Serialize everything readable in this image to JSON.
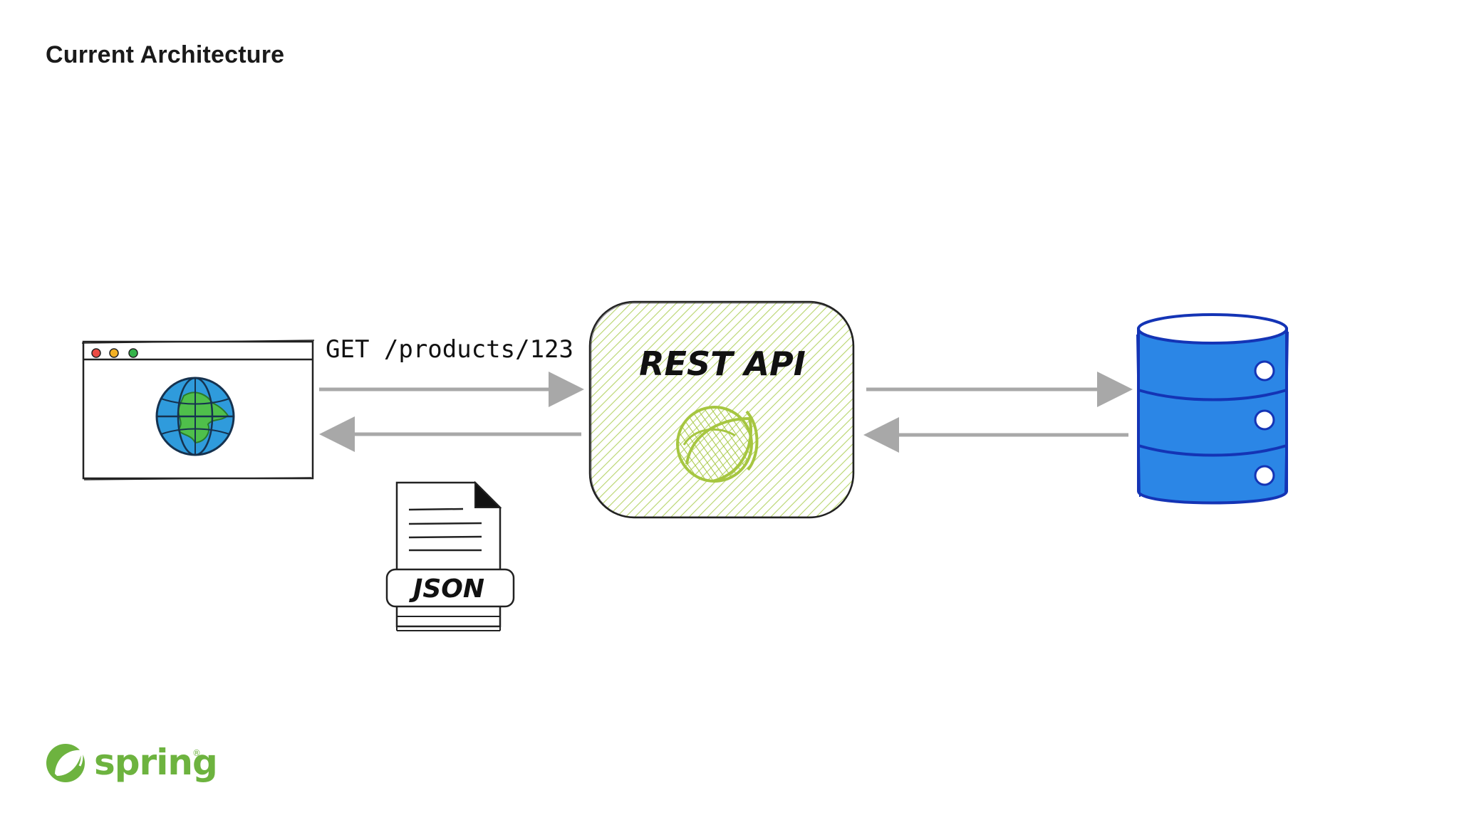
{
  "title": "Current Architecture",
  "request_label": "GET /products/123",
  "api_label": "REST API",
  "payload_label": "JSON",
  "brand": {
    "name": "spring",
    "trademark": "®",
    "color": "#6db33f"
  },
  "colors": {
    "arrow": "#a8a8a8",
    "api_fill": "#b7d46b",
    "database_fill": "#2b86e6",
    "globe_ocean": "#2f9bdc",
    "globe_land": "#4fbf4b",
    "window_dot_red": "#ec4a43",
    "window_dot_yellow": "#f2b024",
    "window_dot_green": "#35b34a"
  },
  "icons": [
    "browser-window-icon",
    "globe-icon",
    "spring-leaf-icon",
    "database-icon",
    "json-document-icon",
    "spring-logo-icon"
  ]
}
